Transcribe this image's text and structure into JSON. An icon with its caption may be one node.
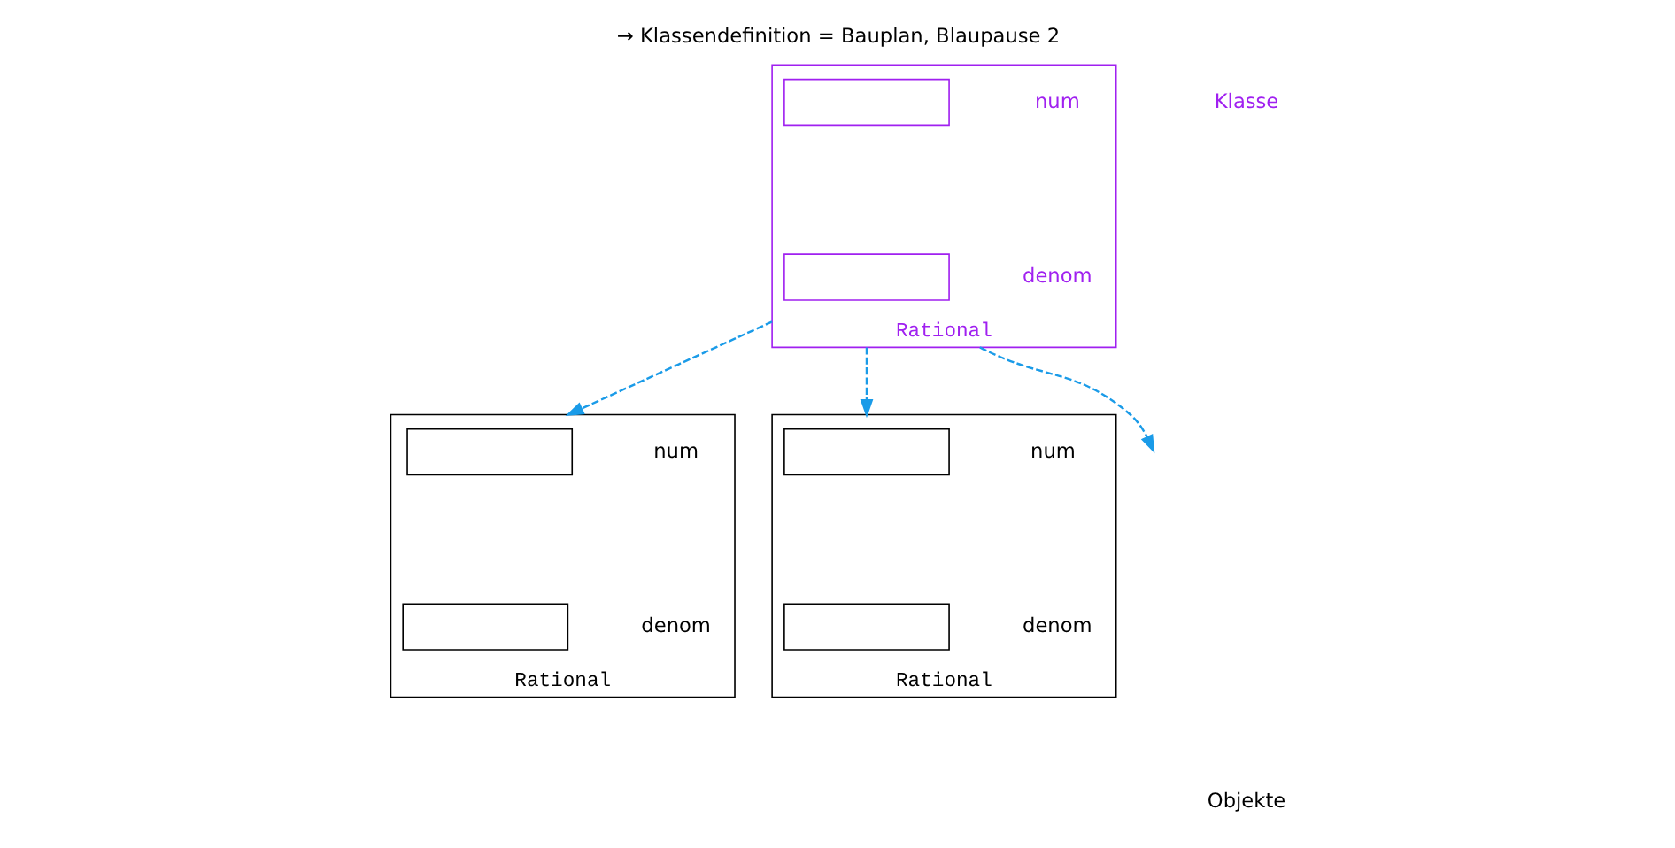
{
  "diagram": {
    "title": "→ Klassendefinition = Bauplan, Blaupause 2",
    "nodes": [
      {
        "text": [],
        "shape": "box",
        "beside": [
          "Rational"
        ]
      },
      {
        "text": [
          "num"
        ],
        "in": 0
      },
      {
        "text": [],
        "shape": "box",
        "in": 0
      },
      {
        "text": [
          "denom"
        ],
        "in": 0
      },
      {
        "text": [],
        "shape": "box",
        "in": 0
      },
      {
        "text": [],
        "shape": "box",
        "beside": [
          "Rational"
        ]
      },
      {
        "text": [
          "num"
        ],
        "in": 5
      },
      {
        "text": [],
        "shape": "box",
        "in": 5
      },
      {
        "text": [
          "denom"
        ],
        "in": 5
      },
      {
        "text": [],
        "shape": "box",
        "in": 5
      },
      {
        "text": [],
        "shape": "box",
        "beside": [
          "Rational"
        ]
      },
      {
        "text": [
          "num"
        ],
        "in": 10
      },
      {
        "text": [],
        "shape": "box",
        "in": 10
      },
      {
        "text": [
          "denom"
        ],
        "in": 10
      },
      {
        "text": [],
        "shape": "box",
        "in": 10
      }
    ],
    "edges": [
      {
        "from": 0,
        "to": 5,
        "arrow": "to",
        "style": "dashed"
      },
      {
        "from": 0,
        "to": 10,
        "arrow": "to",
        "style": "dashed"
      },
      {
        "from": 0,
        "to": null,
        "arrow": "to",
        "style": "dashed"
      }
    ],
    "labels": [
      "Klasse",
      "Objekte"
    ]
  }
}
